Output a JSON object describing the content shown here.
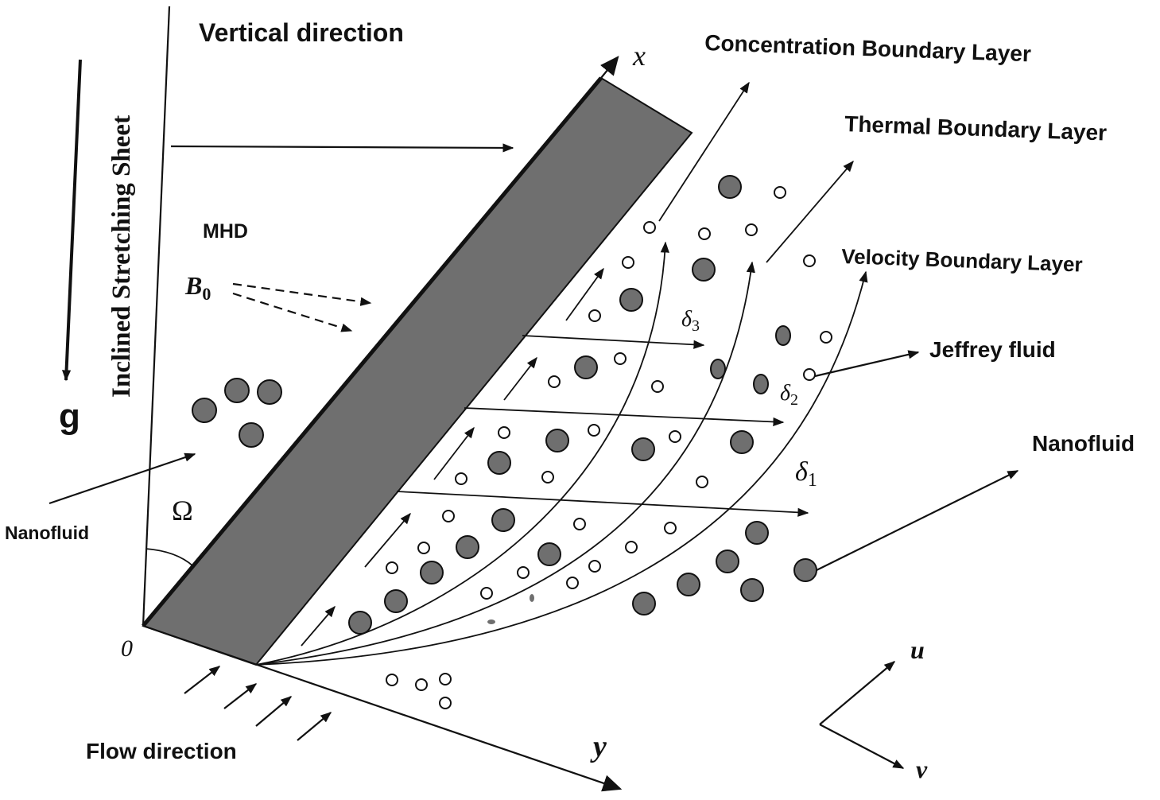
{
  "labels": {
    "vertical_direction": "Vertical direction",
    "inclined_sheet": "Inclined Stretching Sheet",
    "gravity": "g",
    "mhd": "MHD",
    "b0_main": "B",
    "b0_sub": "0",
    "nanofluid_left": "Nanofluid",
    "angle": "Ω",
    "origin": "0",
    "flow_direction": "Flow direction",
    "x_axis": "x",
    "y_axis": "y",
    "concentration_layer": "Concentration Boundary Layer",
    "thermal_layer": "Thermal Boundary  Layer",
    "velocity_layer": "Velocity  Boundary Layer",
    "jeffrey_fluid": "Jeffrey fluid",
    "nanofluid_right": "Nanofluid",
    "delta3_main": "δ",
    "delta3_sub": "3",
    "delta2_main": "δ",
    "delta2_sub": "2",
    "delta1_main": "δ",
    "delta1_sub": "1",
    "u_axis": "u",
    "v_axis": "v"
  },
  "colors": {
    "sheet_fill": "#6f6f6f",
    "ink": "#111111",
    "nanoparticle_fill": "#6f6f6f",
    "fluid_particle_fill": "#ffffff"
  }
}
